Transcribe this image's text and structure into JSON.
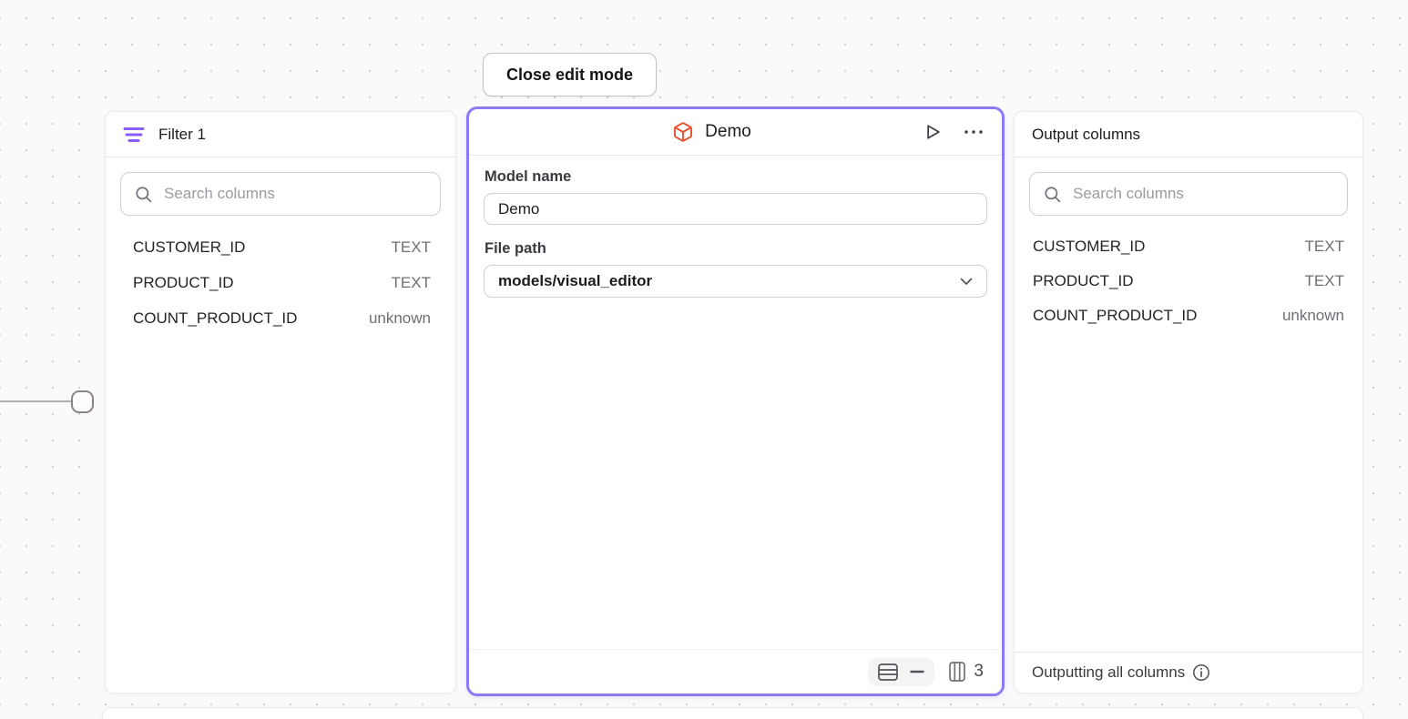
{
  "colors": {
    "accent_purple": "#8b7cf6",
    "filter_icon_purple": "#8b5cf6",
    "cube_orange": "#e8502e",
    "canvas_bg": "#fbfafa",
    "panel_bg": "#ffffff"
  },
  "toolbar": {
    "close_button_label": "Close edit mode"
  },
  "filter_panel": {
    "title": "Filter 1",
    "search": {
      "placeholder": "Search columns",
      "value": ""
    },
    "columns": [
      {
        "name": "CUSTOMER_ID",
        "type": "TEXT"
      },
      {
        "name": "PRODUCT_ID",
        "type": "TEXT"
      },
      {
        "name": "COUNT_PRODUCT_ID",
        "type": "unknown"
      }
    ]
  },
  "model_panel": {
    "title": "Demo",
    "model_name": {
      "label": "Model name",
      "value": "Demo"
    },
    "file_path": {
      "label": "File path",
      "value": "models/visual_editor"
    },
    "footer": {
      "column_count": "3"
    }
  },
  "output_panel": {
    "title": "Output columns",
    "search": {
      "placeholder": "Search columns",
      "value": ""
    },
    "columns": [
      {
        "name": "CUSTOMER_ID",
        "type": "TEXT"
      },
      {
        "name": "PRODUCT_ID",
        "type": "TEXT"
      },
      {
        "name": "COUNT_PRODUCT_ID",
        "type": "unknown"
      }
    ],
    "footer": {
      "text": "Outputting all columns"
    }
  },
  "icons": {
    "filter": "filter-lines-icon",
    "search": "search-icon",
    "model": "cube-icon",
    "run": "play-icon",
    "menu": "ellipsis-icon",
    "file_path": "chevron-down-icon",
    "row_limit": "table-rows-icon",
    "row_limit_value": "minus-icon",
    "columns": "table-columns-icon",
    "output_info": "info-icon"
  }
}
